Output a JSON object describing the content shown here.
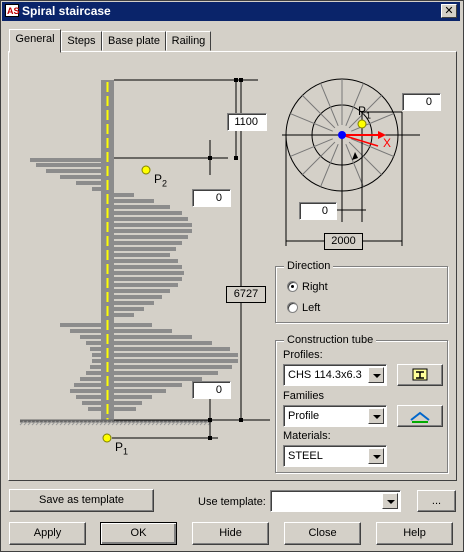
{
  "window": {
    "title": "Spiral staircase",
    "app_icon_text": "AS"
  },
  "tabs": [
    "General",
    "Steps",
    "Base plate",
    "Railing"
  ],
  "drawing": {
    "height_value": "1100",
    "offset_value": "0",
    "total_height_value": "6727",
    "bottom_value": "0",
    "p1_label": "P",
    "p1_sub": "1",
    "p2_label": "P",
    "p2_sub": "2"
  },
  "plan": {
    "angle_value": "0",
    "x_offset_value": "0",
    "diameter_value": "2000",
    "p_label": "P",
    "p_sub": "1",
    "x_axis_label": "X"
  },
  "direction": {
    "label": "Direction",
    "options": [
      "Right",
      "Left"
    ],
    "selected": "Right"
  },
  "construction_tube": {
    "label": "Construction tube",
    "profiles_label": "Profiles:",
    "profile_value": "CHS 114.3x6.3",
    "families_label": "Families",
    "family_value": "Profile",
    "materials_label": "Materials:",
    "material_value": "STEEL"
  },
  "template": {
    "save_label": "Save as template",
    "use_label": "Use template:",
    "value": "",
    "browse_label": "..."
  },
  "buttons": {
    "apply": "Apply",
    "ok": "OK",
    "hide": "Hide",
    "close": "Close",
    "help": "Help"
  },
  "colors": {
    "title_bar": "#0a246a",
    "dialog_bg": "#d4d0c8",
    "step_gray": "#8c8c8c",
    "tube_axis": "#ffff00",
    "axis_red": "#ff0000",
    "center_blue": "#0000ff"
  }
}
